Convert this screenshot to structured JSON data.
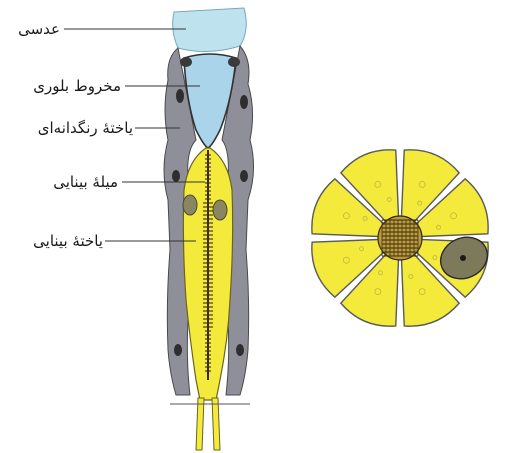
{
  "labels": {
    "lens": "عدسی",
    "crystalline_cone": "مخروط بلوری",
    "pigment_cell": "یاختهٔ رنگدانه‌ای",
    "rhabdom": "میلهٔ بینایی",
    "retinula_cell": "یاختهٔ بینایی"
  },
  "colors": {
    "lens": "#bfe3ee",
    "cone": "#a9d4ea",
    "pigment": "#8f8f99",
    "retinula": "#f4ea3c",
    "rhabdom": "#3a2a10",
    "nucleus": "#7c7a5a",
    "outline": "#444444"
  }
}
